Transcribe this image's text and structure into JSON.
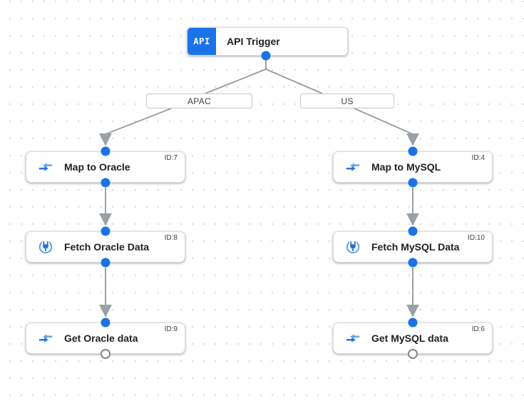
{
  "colors": {
    "accent_blue": "#1a73e8",
    "icon_blue_light": "#669df6",
    "edge_gray": "#9aa0a6",
    "node_border": "#dadce0",
    "title_text": "#202124",
    "secondary_text": "#3c4043"
  },
  "trigger": {
    "badge_label": "API",
    "title": "API Trigger"
  },
  "branch_labels": [
    {
      "label": "APAC"
    },
    {
      "label": "US"
    }
  ],
  "tasks": [
    {
      "id": "ID:7",
      "label": "Map to Oracle",
      "icon": "data-mapping-icon"
    },
    {
      "id": "ID:8",
      "label": "Fetch Oracle Data",
      "icon": "connector-icon"
    },
    {
      "id": "ID:9",
      "label": "Get Oracle data",
      "icon": "data-mapping-icon"
    },
    {
      "id": "ID:4",
      "label": "Map to MySQL",
      "icon": "data-mapping-icon"
    },
    {
      "id": "ID:10",
      "label": "Fetch MySQL Data",
      "icon": "connector-icon"
    },
    {
      "id": "ID:6",
      "label": "Get MySQL data",
      "icon": "data-mapping-icon"
    }
  ]
}
